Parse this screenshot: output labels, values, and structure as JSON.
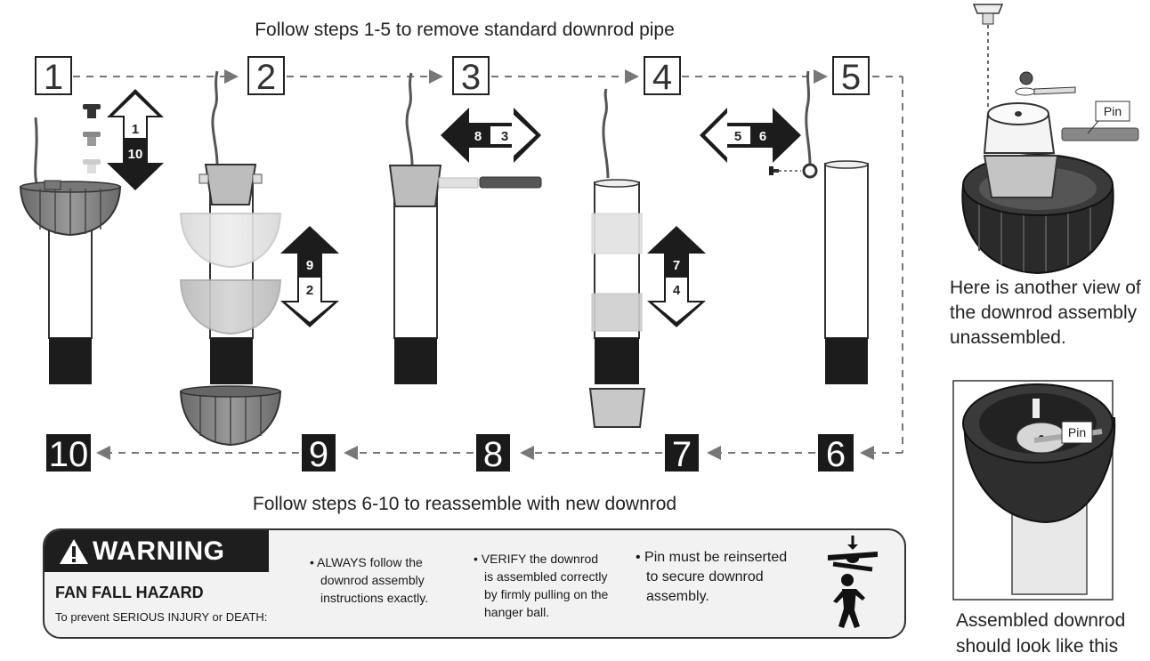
{
  "top_instruction": "Follow steps 1-5 to remove standard downrod pipe",
  "bottom_instruction": "Follow steps 6-10 to reassemble with new downrod",
  "steps_top": [
    "1",
    "2",
    "3",
    "4",
    "5"
  ],
  "steps_bottom": [
    "10",
    "9",
    "8",
    "7",
    "6"
  ],
  "arrow_labels": {
    "a1_10": [
      "1",
      "10"
    ],
    "a9_2": [
      "9",
      "2"
    ],
    "a8_3": [
      "8",
      "3"
    ],
    "a7_4": [
      "7",
      "4"
    ],
    "a5_6": [
      "5",
      "6"
    ]
  },
  "warning": {
    "title": "WARNING",
    "hazard": "FAN FALL HAZARD",
    "prevent": "To prevent SERIOUS INJURY or DEATH:",
    "bullet1": [
      "• ALWAYS follow the",
      "downrod assembly",
      "instructions exactly."
    ],
    "bullet2": [
      "• VERIFY the downrod",
      "is assembled correctly",
      "by firmly pulling on the",
      "hanger ball."
    ],
    "bullet3": [
      "• Pin must be reinserted",
      "to secure downrod",
      "assembly."
    ]
  },
  "side": {
    "pin_label": "Pin",
    "pin_label_2": "Pin",
    "unassembled_text": [
      "Here is another view of",
      "the downrod assembly",
      "unassembled."
    ],
    "assembled_text": [
      "Assembled downrod",
      "should look like this"
    ]
  }
}
